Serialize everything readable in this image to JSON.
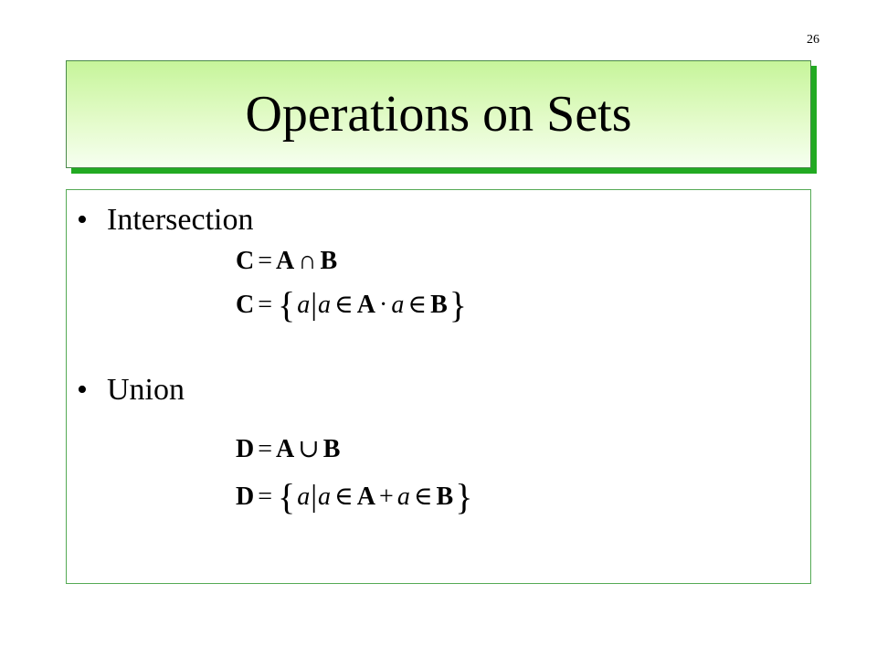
{
  "slide": {
    "page_number": "26",
    "title": "Operations on Sets",
    "bullets": [
      {
        "label": "Intersection",
        "formulas": [
          {
            "lhs": "C",
            "eq": "=",
            "a": "A",
            "op": "∩",
            "b": "B"
          },
          {
            "lhs": "C",
            "eq": "=",
            "open": "{",
            "x": "a",
            "bar": "|",
            "y": "a",
            "in1": "∈",
            "a": "A",
            "conn": "·",
            "z": "a",
            "in2": "∈",
            "b": "B",
            "close": "}"
          }
        ]
      },
      {
        "label": "Union",
        "formulas": [
          {
            "lhs": "D",
            "eq": "=",
            "a": "A",
            "op": "∪",
            "b": "B"
          },
          {
            "lhs": "D",
            "eq": "=",
            "open": "{",
            "x": "a",
            "bar": "|",
            "y": "a",
            "in1": "∈",
            "a": "A",
            "conn": "+",
            "z": "a",
            "in2": "∈",
            "b": "B",
            "close": "}"
          }
        ]
      }
    ]
  }
}
